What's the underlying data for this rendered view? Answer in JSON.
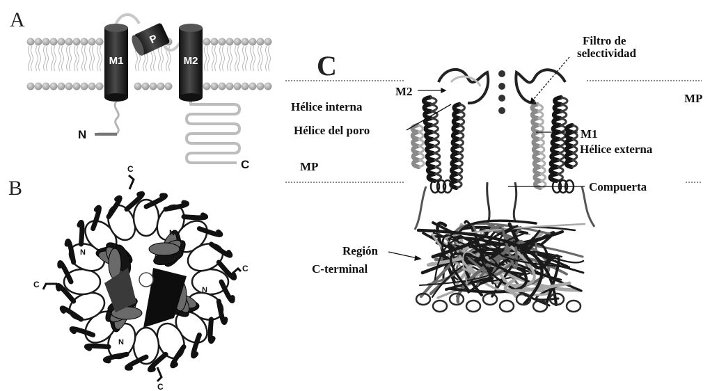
{
  "panels": {
    "a": {
      "letter": "A",
      "helix_m1": "M1",
      "helix_p": "P",
      "helix_m2": "M2",
      "terminal_n": "N",
      "terminal_c": "C"
    },
    "b": {
      "letter": "B",
      "c_top": "C",
      "c_left": "C",
      "c_right": "C",
      "c_bottom": "C",
      "n_top": "N",
      "n_left": "N",
      "n_right": "N",
      "n_bottom": "N"
    },
    "c": {
      "letter": "C",
      "filtro_line1": "Filtro de",
      "filtro_line2": "selectividad",
      "mp_right": "MP",
      "m2": "M2",
      "helice_interna": "Hélice interna",
      "helice_poro": "Hélice del poro",
      "m1": "M1",
      "helice_externa": "Hélice externa",
      "mp_left": "MP",
      "compuerta": "Compuerta",
      "region_line1": "Región",
      "region_line2": "C-terminal"
    }
  },
  "colors": {
    "lipid_head": "#b4b4b4",
    "helix": "#2b2b2b",
    "ribbon_dark": "#1a1a1a",
    "ribbon_mid": "#6a6a6a",
    "loop": "#c8c8c8",
    "ion": "#333333"
  }
}
